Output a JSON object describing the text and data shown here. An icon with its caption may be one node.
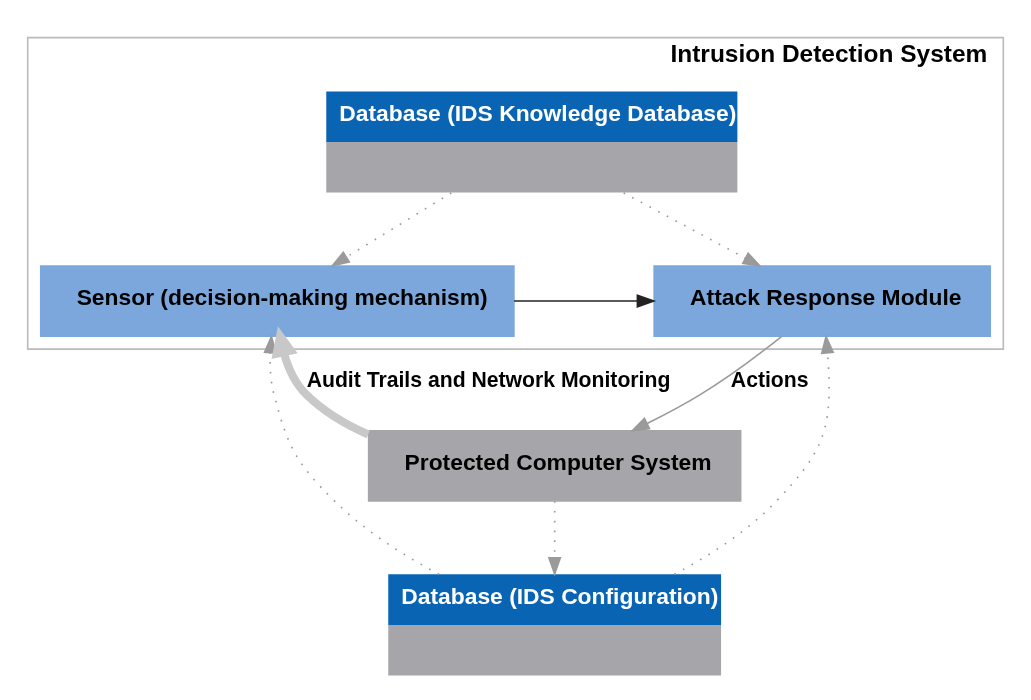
{
  "diagram": {
    "nodes": [
      {
        "text": [
          "Intrusion Detection System"
        ]
      },
      {
        "text": [
          "Database (IDS Knowledge Database)"
        ],
        "in": 0
      },
      {
        "text": [
          "Sensor (decision-making mechanism)"
        ],
        "in": 0
      },
      {
        "text": [
          "Attack Response Module"
        ],
        "in": 0
      },
      {
        "text": [
          "Database (IDS Configuration)"
        ]
      },
      {
        "text": [
          "Protected Computer System"
        ]
      }
    ],
    "edges": [
      {
        "from": 1,
        "to": 2,
        "arrow": "to",
        "style": "dashed"
      },
      {
        "from": 1,
        "to": 3,
        "arrow": "to",
        "style": "dashed"
      },
      {
        "from": 2,
        "to": 3,
        "arrow": "to",
        "color": "#222222"
      },
      {
        "from": 4,
        "to": 2,
        "arrow": "to",
        "style": "dashed"
      },
      {
        "from": 4,
        "to": 3,
        "arrow": "to",
        "style": "dashed"
      },
      {
        "from": 5,
        "to": 4,
        "arrow": "to",
        "style": "dashed"
      },
      {
        "from": 5,
        "to": 2,
        "arrow": "to",
        "style": "thick",
        "label": "Audit Trails and Network Monitoring"
      },
      {
        "from": 3,
        "to": 5,
        "arrow": "to",
        "label": "Actions"
      }
    ]
  }
}
